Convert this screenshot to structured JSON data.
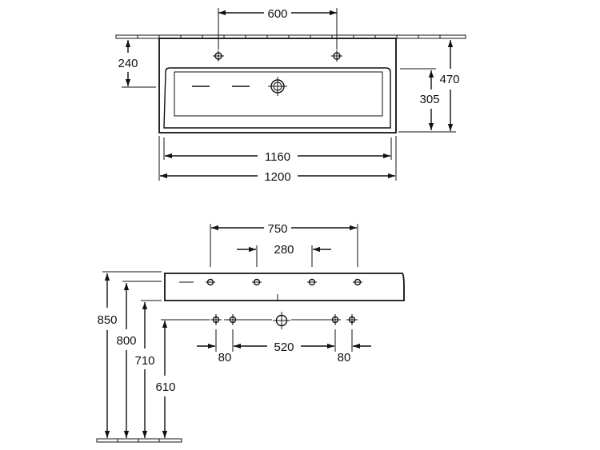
{
  "plan_view": {
    "dim_taps": "600",
    "dim_depth_total": "470",
    "dim_tap_offset": "240",
    "dim_bowl_depth": "305",
    "dim_inner_width": "1160",
    "dim_outer_width": "1200"
  },
  "front_view": {
    "dim_outer_holes": "750",
    "dim_inner_holes": "280",
    "dim_height_top": "850",
    "dim_height_rim": "800",
    "dim_height_underside": "710",
    "dim_height_waste": "610",
    "dim_left_spacing": "80",
    "dim_center_spacing": "520",
    "dim_right_spacing": "80"
  },
  "colors": {
    "line": "#111111",
    "background": "#ffffff"
  }
}
